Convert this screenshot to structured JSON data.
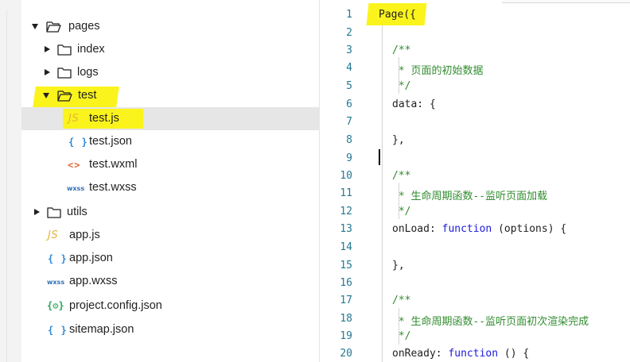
{
  "file_tree": {
    "pages": "pages",
    "index": "index",
    "logs": "logs",
    "test": "test",
    "test_js": "test.js",
    "test_json": "test.json",
    "test_wxml": "test.wxml",
    "test_wxss": "test.wxss",
    "utils": "utils",
    "app_js": "app.js",
    "app_json": "app.json",
    "app_wxss": "app.wxss",
    "project_config": "project.config.json",
    "sitemap": "sitemap.json"
  },
  "icons": {
    "js": "JS",
    "json": "{ }",
    "wxml": "<>",
    "wxss": "wxss",
    "config": "{⚙}"
  },
  "editor": {
    "line_numbers": [
      "1",
      "2",
      "3",
      "4",
      "5",
      "6",
      "7",
      "8",
      "9",
      "10",
      "11",
      "12",
      "13",
      "14",
      "15",
      "16",
      "17",
      "18",
      "19",
      "20"
    ],
    "lines": {
      "l1": "Page({",
      "l3": "/**",
      "l4": " * 页面的初始数据",
      "l5": " */",
      "l6": "data: {",
      "l8": "},",
      "l10": "/**",
      "l11": " * 生命周期函数--监听页面加载",
      "l12": " */",
      "l13_a": "onLoad: ",
      "l13_kw": "function",
      "l13_b": " (options) {",
      "l15": "},",
      "l17": "/**",
      "l18": " * 生命周期函数--监听页面初次渲染完成",
      "l19": " */",
      "l20_a": "onReady: ",
      "l20_kw": "function",
      "l20_b": " () {"
    }
  },
  "colors": {
    "highlight": "#fbf41c",
    "line_number": "#237893",
    "comment": "#318c2f",
    "keyword": "#1a1adb",
    "selected_row": "#e6e6e6"
  }
}
